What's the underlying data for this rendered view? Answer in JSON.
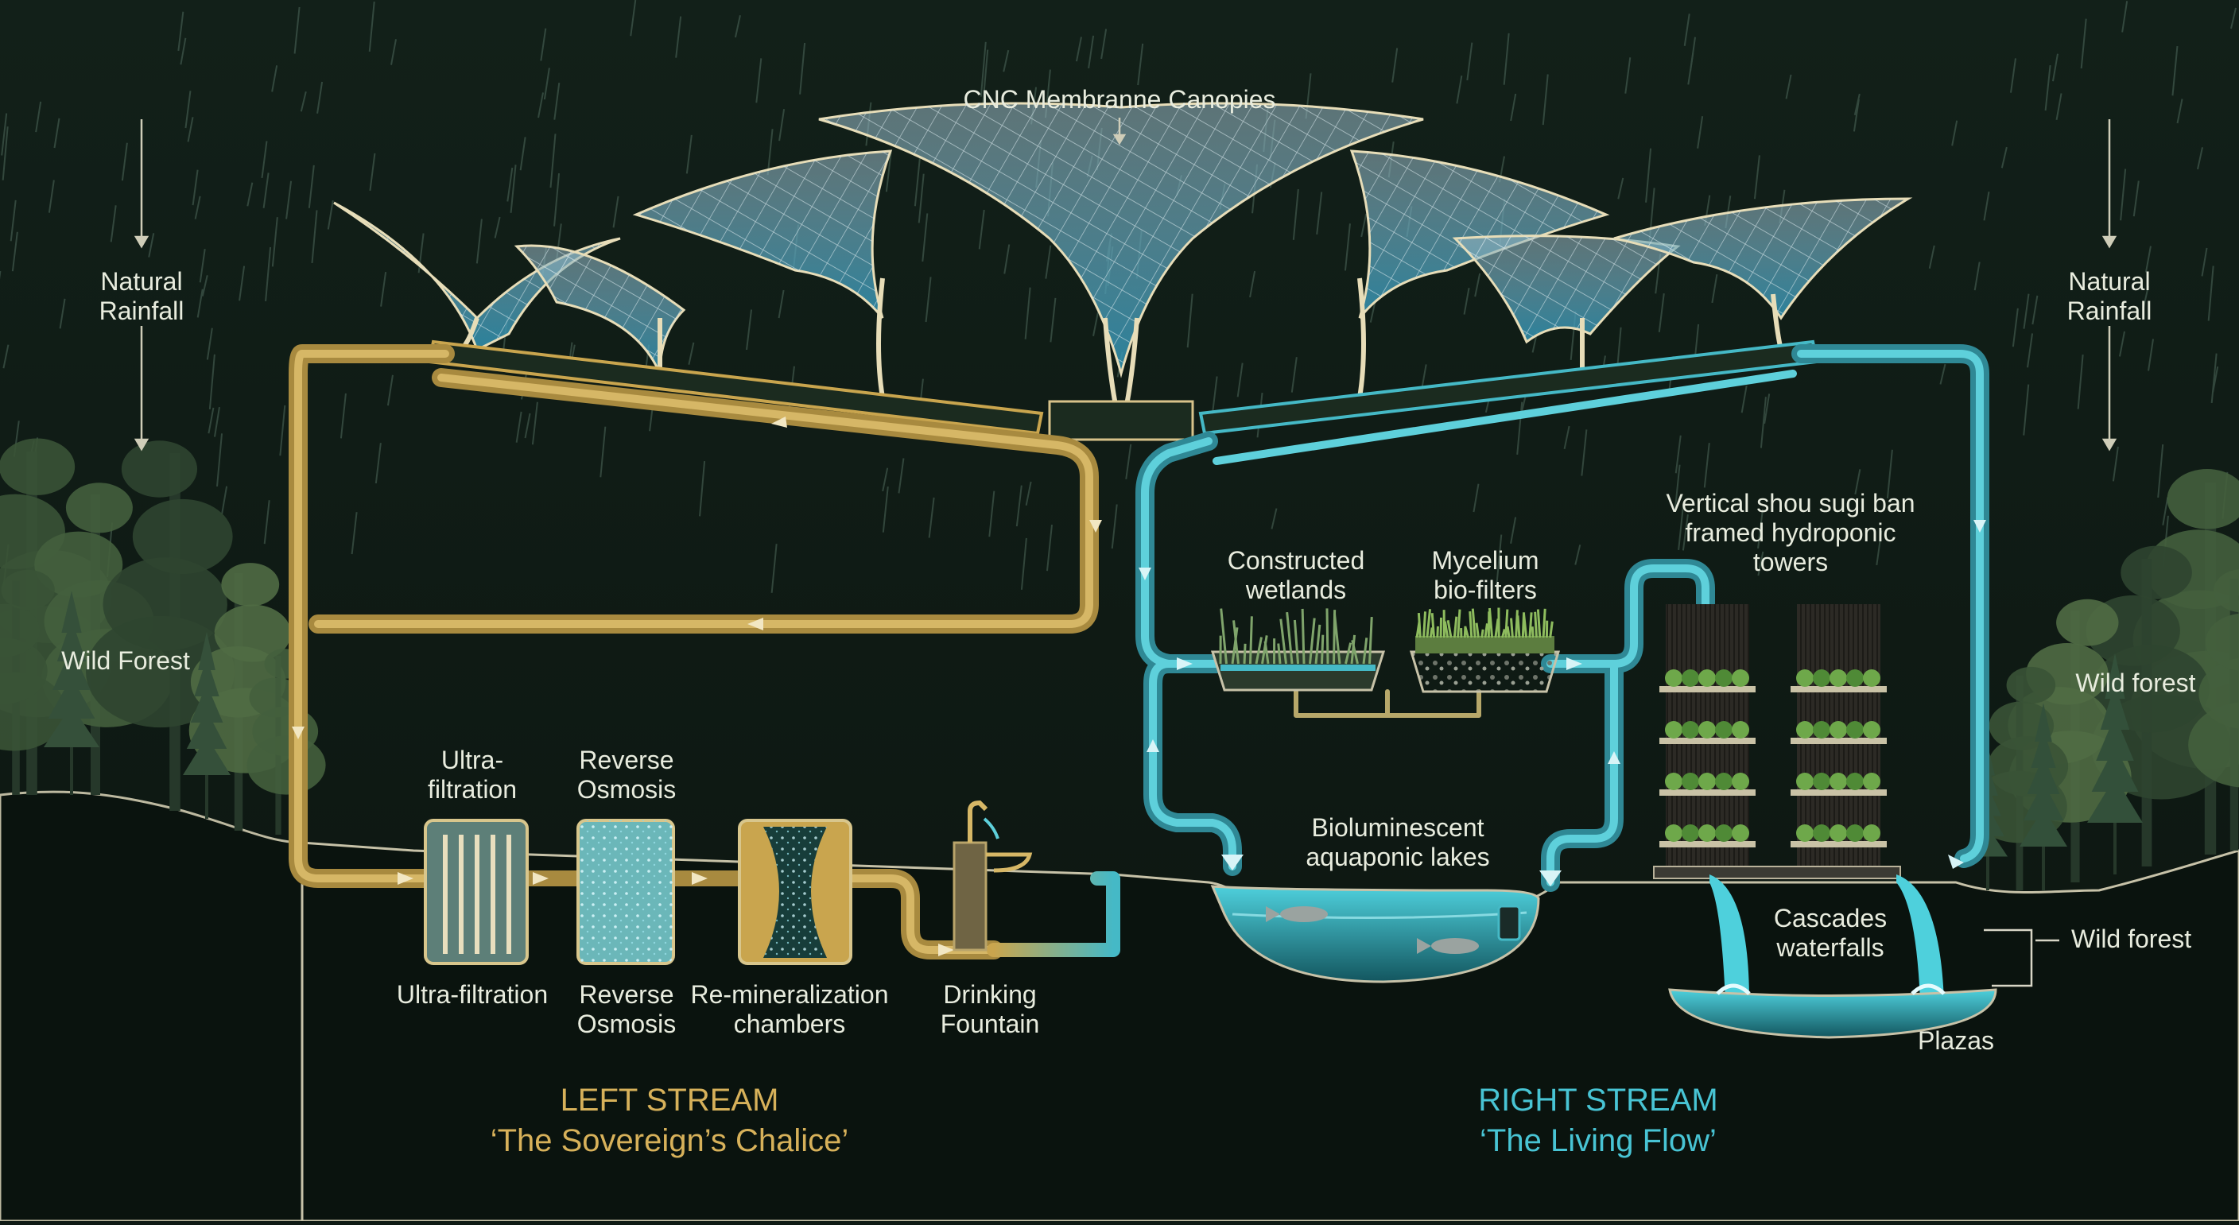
{
  "labels": {
    "canopies": "CNC Membranne Canopies",
    "rain_left_1": "Natural",
    "rain_left_2": "Rainfall",
    "rain_right_1": "Natural",
    "rain_right_2": "Rainfall",
    "wild_forest_left": "Wild Forest",
    "wild_forest_right_top": "Wild forest",
    "wild_forest_right_bottom": "Wild forest",
    "ultra_top_1": "Ultra-",
    "ultra_top_2": "filtration",
    "ro_top_1": "Reverse",
    "ro_top_2": "Osmosis",
    "ultra_bottom": "Ultra-filtration",
    "ro_bottom_1": "Reverse",
    "ro_bottom_2": "Osmosis",
    "remin_1": "Re-mineralization",
    "remin_2": "chambers",
    "fountain_1": "Drinking",
    "fountain_2": "Fountain",
    "wetlands_1": "Constructed",
    "wetlands_2": "wetlands",
    "mycelium_1": "Mycelium",
    "mycelium_2": "bio-filters",
    "towers_1": "Vertical shou sugi ban",
    "towers_2": "framed hydroponic",
    "towers_3": "towers",
    "lakes_1": "Bioluminescent",
    "lakes_2": "aquaponic lakes",
    "cascades_1": "Cascades",
    "cascades_2": "waterfalls",
    "plazas": "Plazas",
    "left_stream_title": "LEFT STREAM",
    "left_stream_sub": "‘The Sovereign’s Chalice’",
    "right_stream_title": "RIGHT STREAM",
    "right_stream_sub": "‘The Living Flow’"
  },
  "colors": {
    "background": "#0f1a14",
    "gold_stream": "#c9a54e",
    "teal_stream": "#45b9c6",
    "forest": "#3f5a3a",
    "label": "#e8ecde"
  }
}
